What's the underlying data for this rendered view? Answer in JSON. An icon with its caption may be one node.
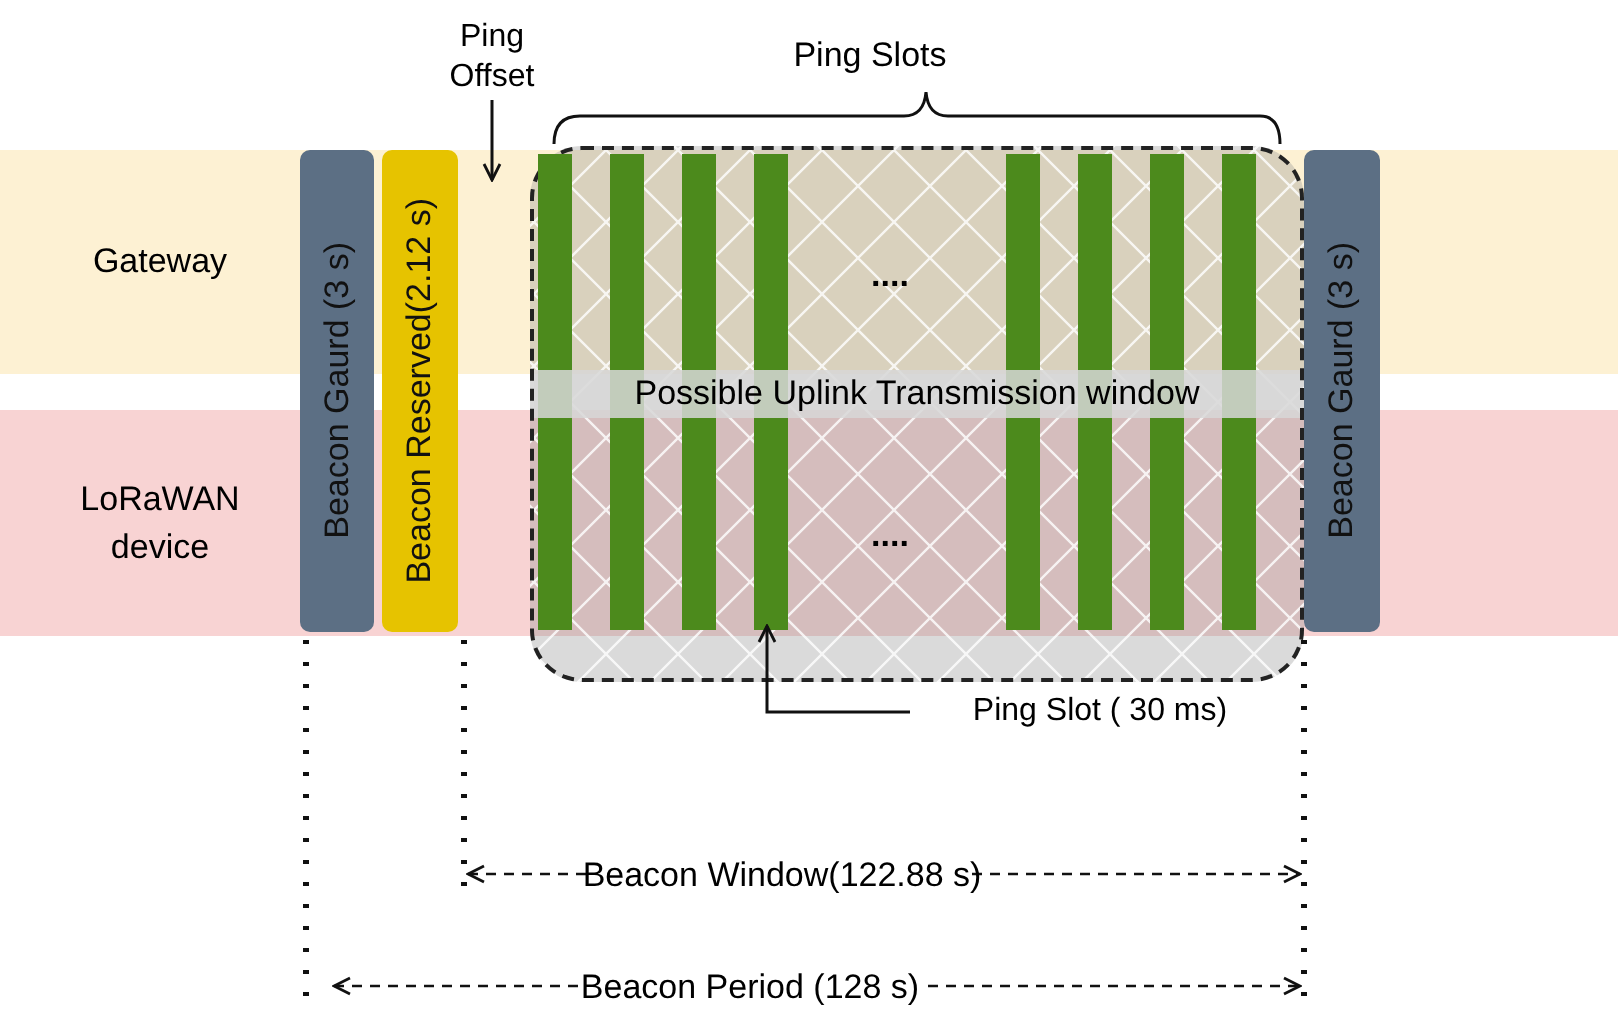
{
  "diagram": {
    "nodes": [
      {
        "text": [
          "Gateway"
        ]
      },
      {
        "text": [
          "LoRaWAN device"
        ]
      },
      {
        "text": [
          "Beacon Gaurd (3 s)"
        ]
      },
      {
        "text": [
          "Beacon Reserved(2.12 s)"
        ]
      },
      {
        "text": [
          "Possible Uplink Transmission window"
        ]
      },
      {
        "text": [],
        "shape": "bar",
        "in": 4
      },
      {
        "text": [],
        "shape": "bar",
        "in": 4
      },
      {
        "text": [],
        "shape": "bar",
        "in": 4
      },
      {
        "text": [],
        "shape": "bar",
        "in": 4
      },
      {
        "text": [],
        "shape": "bar",
        "in": 4
      },
      {
        "text": [],
        "shape": "bar",
        "in": 4
      },
      {
        "text": [],
        "shape": "bar",
        "in": 4
      },
      {
        "text": [],
        "shape": "bar",
        "in": 4
      },
      {
        "text": [
          "Beacon Gaurd (3 s)"
        ]
      },
      {
        "text": [
          "Ping Slot ( 30 ms)"
        ]
      },
      {
        "text": [
          "Ping Offset"
        ]
      }
    ],
    "edges": [
      {
        "from": 14,
        "to": 8,
        "arrow": "to"
      },
      {
        "from": 15,
        "to": 0,
        "arrow": "to"
      }
    ],
    "labels": [
      "Ping Slots",
      "....",
      "....",
      "Beacon Window(122.88 s)",
      "Beacon Period (128 s)"
    ]
  }
}
